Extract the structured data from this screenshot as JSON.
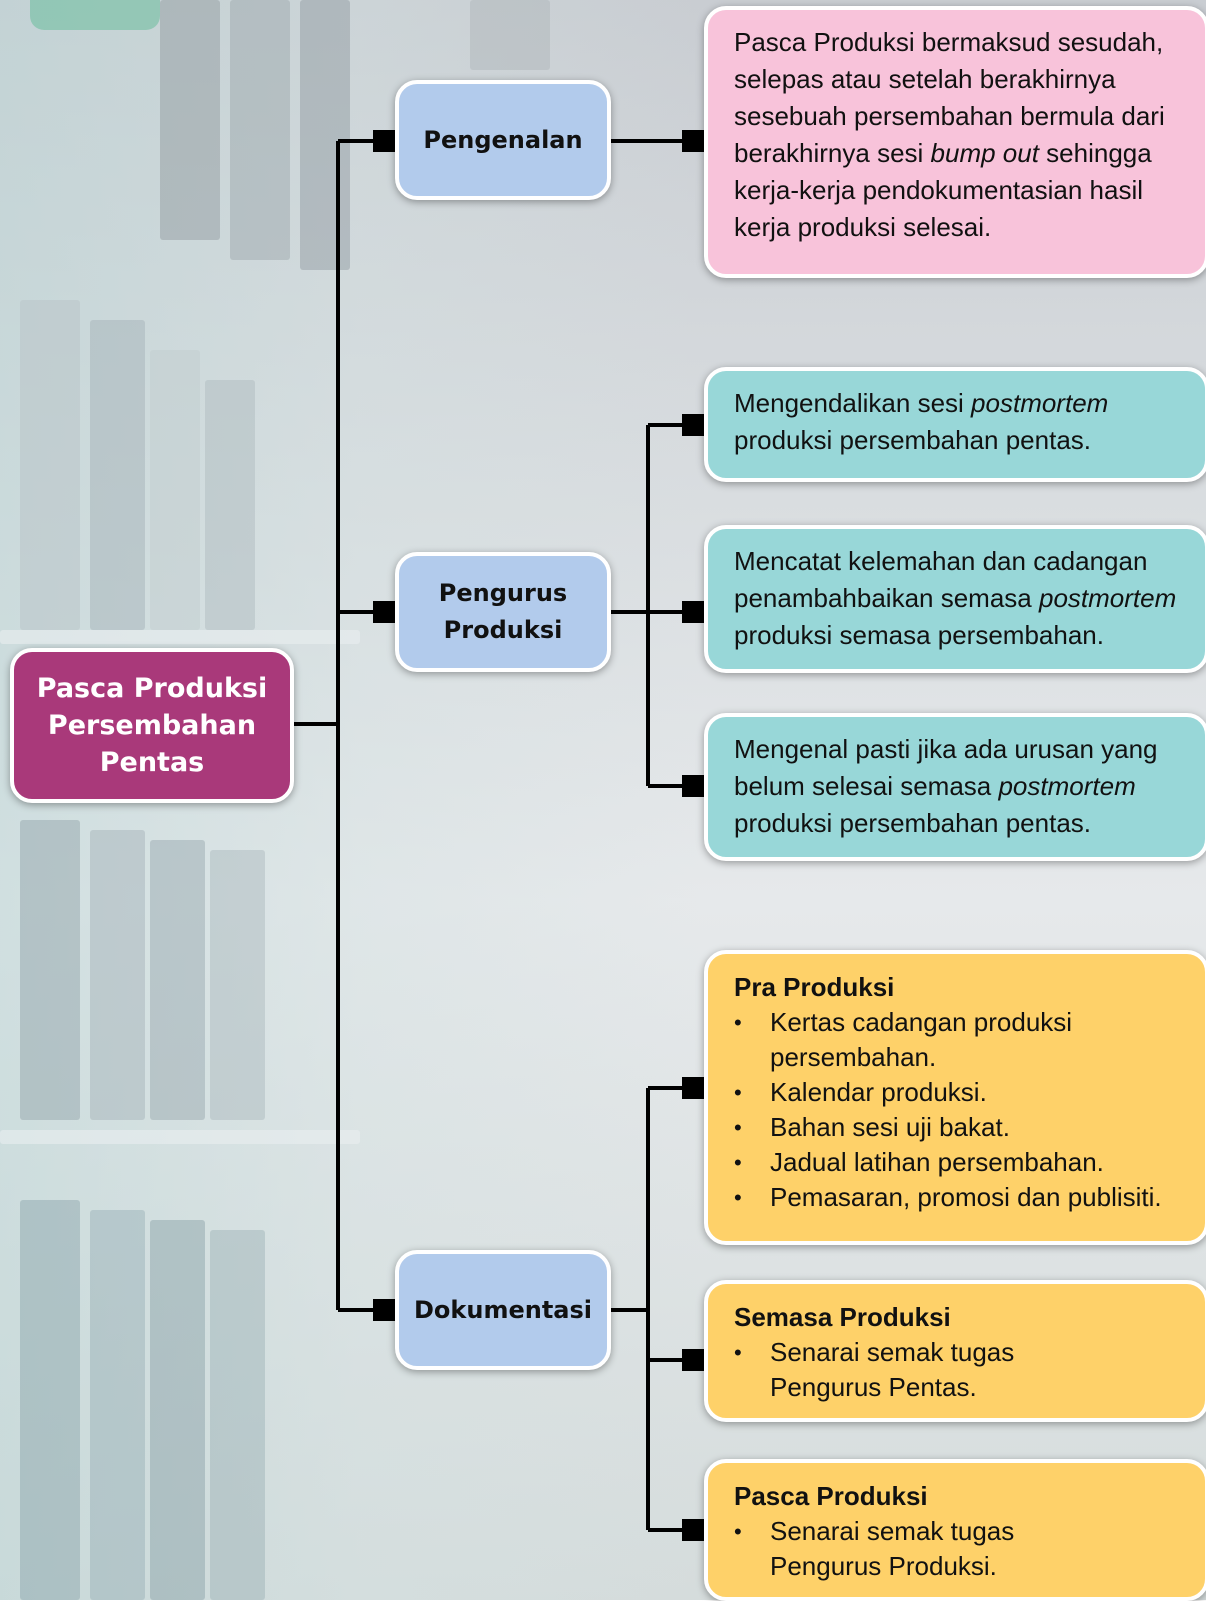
{
  "root": {
    "label": "Pasca Produksi Persembahan Pentas"
  },
  "branches": {
    "intro": {
      "label": "Pengenalan"
    },
    "manager": {
      "label": "Pengurus Produksi"
    },
    "doc": {
      "label": "Dokumentasi"
    }
  },
  "intro_text": {
    "part1": "Pasca Produksi bermaksud sesudah, selepas atau setelah berakhirnya sesebuah persembahan bermula dari berakhirnya sesi ",
    "italic": "bump out",
    "part2": " sehingga kerja-kerja pendokumentasian hasil kerja produksi selesai."
  },
  "manager_tasks": [
    {
      "part1": "Mengendalikan sesi ",
      "italic": "postmortem",
      "part2": " produksi persembahan pentas."
    },
    {
      "part1": "Mencatat kelemahan dan cadangan penambahbaikan semasa ",
      "italic": "postmortem",
      "part2": " produksi semasa persembahan."
    },
    {
      "part1": "Mengenal pasti jika ada urusan yang belum selesai semasa ",
      "italic": "postmortem",
      "part2": " produksi persembahan pentas."
    }
  ],
  "doc_sections": [
    {
      "title": "Pra Produksi",
      "items": [
        "Kertas cadangan produksi persembahan.",
        "Kalendar produksi.",
        "Bahan sesi uji bakat.",
        "Jadual latihan persembahan.",
        "Pemasaran, promosi dan publisiti."
      ]
    },
    {
      "title": "Semasa Produksi",
      "items": [
        "Senarai semak tugas Pengurus Pentas."
      ]
    },
    {
      "title": "Pasca Produksi",
      "items": [
        "Senarai semak tugas Pengurus Produksi."
      ]
    }
  ],
  "bullet": "•",
  "colors": {
    "root": "#a9397a",
    "branch": "#b2cbec",
    "intro": "#f8c3da",
    "manager": "#98d7d8",
    "doc": "#fed169",
    "connector": "#000000"
  }
}
